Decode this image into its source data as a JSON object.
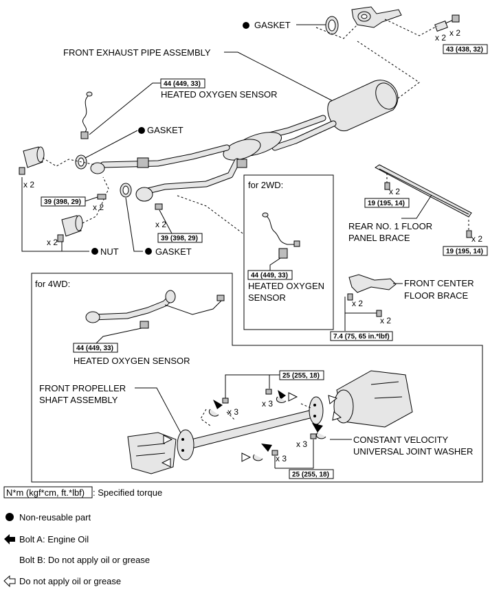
{
  "labels": {
    "gasket_top": "GASKET",
    "front_exhaust_pipe_assembly": "FRONT EXHAUST PIPE ASSEMBLY",
    "heated_oxygen_sensor_1": "HEATED OXYGEN SENSOR",
    "gasket_mid": "GASKET",
    "for_2wd": "for 2WD:",
    "heated_oxygen_sensor_2wd_line1": "HEATED OXYGEN",
    "heated_oxygen_sensor_2wd_line2": "SENSOR",
    "rear_floor_brace_line1": "REAR NO. 1 FLOOR",
    "rear_floor_brace_line2": "PANEL BRACE",
    "nut": "NUT",
    "gasket_bottom": "GASKET",
    "for_4wd": "for 4WD:",
    "front_center_brace_line1": "FRONT CENTER",
    "front_center_brace_line2": "FLOOR BRACE",
    "heated_oxygen_sensor_4wd": "HEATED OXYGEN SENSOR",
    "front_prop_shaft_line1": "FRONT PROPELLER",
    "front_prop_shaft_line2": "SHAFT ASSEMBLY",
    "cv_washer_line1": "CONSTANT VELOCITY",
    "cv_washer_line2": "UNIVERSAL JOINT WASHER"
  },
  "torques": {
    "t43": "43 (438, 32)",
    "t44a": "44 (449, 33)",
    "t39a": "39 (398, 29)",
    "t39b": "39 (398, 29)",
    "t19a": "19 (195, 14)",
    "t19b": "19 (195, 14)",
    "t44_2wd": "44 (449, 33)",
    "t74": "7.4 (75, 65 in.*lbf)",
    "t44_4wd": "44 (449, 33)",
    "t25a": "25 (255, 18)",
    "t25b": "25 (255, 18)"
  },
  "quantities": {
    "q_top_a": "x 2",
    "q_top_b": "x 2",
    "q_left_stud": "x 2",
    "q_39a": "x 2",
    "q_39b": "x 2",
    "q_nut": "x 2",
    "q_19a": "x 2",
    "q_19b": "x 2",
    "q_fc_a": "x 2",
    "q_fc_b": "x 2",
    "q_shaft_left": "x 3",
    "q_shaft_top": "x 3",
    "q_shaft_right": "x 3",
    "q_shaft_bottom": "x 3"
  },
  "legend": {
    "torque_box": "N*m (kgf*cm, ft.*lbf)",
    "torque_desc": ": Specified torque",
    "non_reusable": "Non-reusable part",
    "bolt_a": "Bolt A: Engine Oil",
    "bolt_b": "Bolt B: Do not apply oil or grease",
    "no_oil": "Do not apply oil or grease"
  },
  "icons": [
    "non-reusable-dot-icon",
    "solid-arrow-icon",
    "outline-arrow-icon"
  ]
}
